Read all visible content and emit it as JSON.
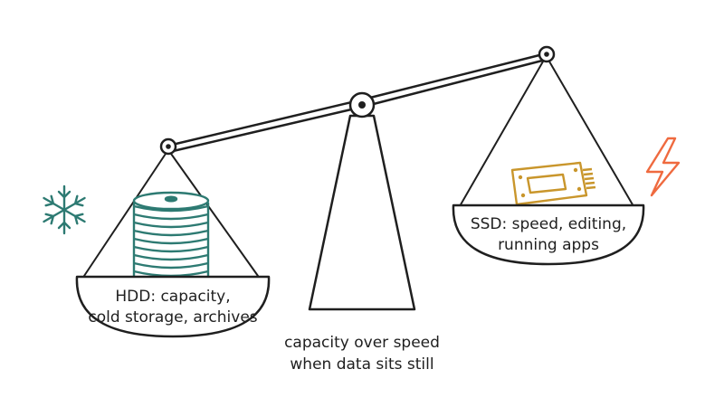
{
  "left_pan": {
    "line1": "HDD: capacity,",
    "line2": "cold storage, archives",
    "icon": "snowflake-icon",
    "object_icon": "disk-platter-stack-icon"
  },
  "right_pan": {
    "line1": "SSD: speed, editing,",
    "line2": "running apps",
    "icon": "lightning-bolt-icon",
    "object_icon": "ssd-card-icon"
  },
  "caption": {
    "line1": "capacity over speed",
    "line2": "when data sits still"
  },
  "colors": {
    "ink": "#1f1f1f",
    "hdd_teal": "#2d7a72",
    "ssd_gold": "#c9962c",
    "bolt_orange": "#ef6a3f"
  }
}
